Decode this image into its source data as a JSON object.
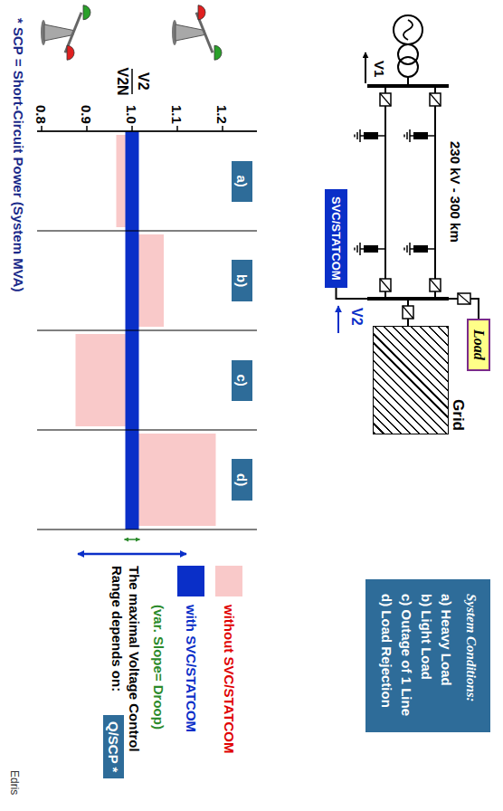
{
  "diagram": {
    "nodes": [
      {
        "text": [
          "Load"
        ]
      },
      {
        "text": [
          "SVC/STATCOM"
        ]
      },
      {
        "text": [
          "Grid"
        ]
      },
      {
        "text": [
          "System Conditions:",
          "a) Heavy Load",
          "b) Light Load",
          "c) Outage of 1 Line",
          "d) Load Rejection"
        ]
      },
      {
        "text": [
          "a)"
        ]
      },
      {
        "text": [
          "b)"
        ]
      },
      {
        "text": [
          "c)"
        ]
      },
      {
        "text": [
          "d)"
        ]
      },
      {
        "text": [
          "Q/SCP *"
        ]
      }
    ],
    "labels": [
      "230 kV - 300 km",
      "V1",
      "V2",
      "V2",
      "V2N",
      "1.2",
      "1.1",
      "1.0",
      "0.9",
      "0.8",
      "(var. Slope= Droop)",
      "The maximal Voltage Control Range depends on:",
      "* SCP = Short-Circuit Power (System MVA)",
      "Edris"
    ],
    "legend": [
      {
        "text": "without SVC/STATCOM",
        "color": "#f9c9c9"
      },
      {
        "text": "with SVC/STATCOM",
        "color": "#0a2fc8"
      }
    ]
  }
}
